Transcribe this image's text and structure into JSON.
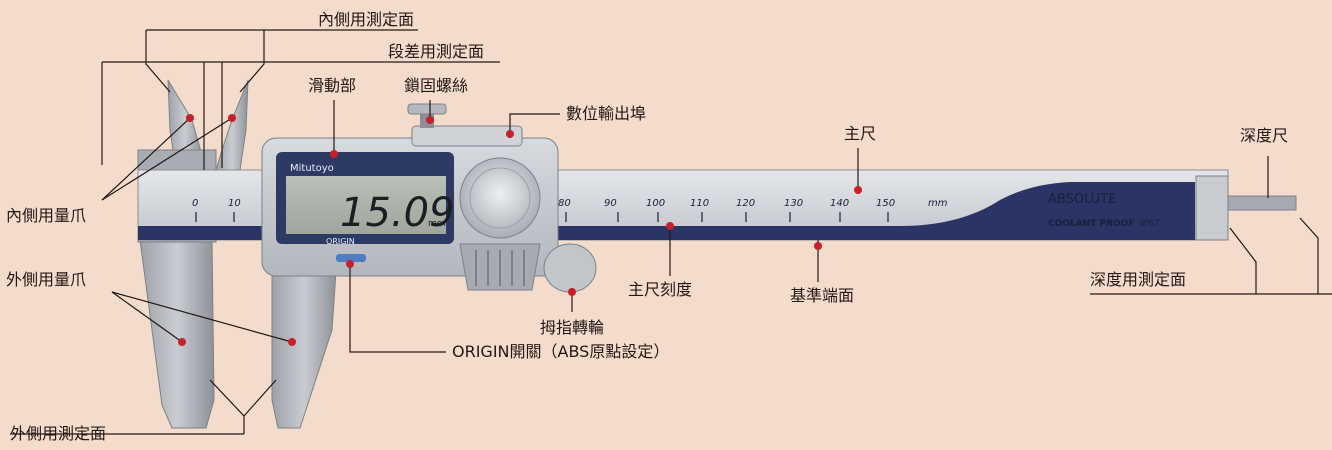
{
  "labels": {
    "inner_measuring_face": "內側用測定面",
    "step_measuring_face": "段差用測定面",
    "slider": "滑動部",
    "locking_screw": "鎖固螺絲",
    "data_output_port": "數位輸出埠",
    "main_scale": "主尺",
    "depth_rod": "深度尺",
    "inner_jaws": "內側用量爪",
    "outer_jaws": "外側用量爪",
    "main_scale_graduation": "主尺刻度",
    "reference_edge": "基準端面",
    "depth_measuring_face": "深度用測定面",
    "thumb_roller": "拇指轉輪",
    "origin_button": "ORIGIN開關（ABS原點設定）",
    "outer_measuring_face": "外側用測定面"
  },
  "device": {
    "brand": "Mitutoyo",
    "display_value": "15.09",
    "display_unit": "mm",
    "origin_text": "ORIGIN",
    "absolute_text": "ABSOLUTE",
    "coolant_text": "COOLANT PROOF",
    "ip_text": "IP67",
    "scale_unit": "mm",
    "scale_left_ticks": [
      "0",
      "10"
    ],
    "scale_right_ticks": [
      "80",
      "90",
      "100",
      "110",
      "120",
      "130",
      "140",
      "150"
    ]
  },
  "colors": {
    "background": "#f4dccd",
    "marker_dot": "#c8202a",
    "body_steel": "#b8bcc2",
    "band_navy": "#2a3566"
  }
}
